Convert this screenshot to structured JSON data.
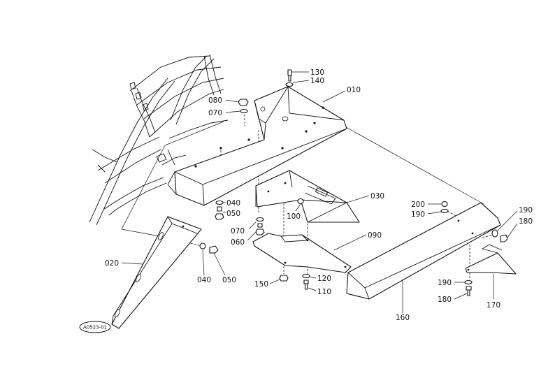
{
  "labels": {
    "p010": "010",
    "p020": "020",
    "p030": "030",
    "p040a": "040",
    "p040b": "040",
    "p050a": "050",
    "p050b": "050",
    "p060": "060",
    "p070a": "070",
    "p070b": "070",
    "p080": "080",
    "p090": "090",
    "p100": "100",
    "p110": "110",
    "p120": "120",
    "p130": "130",
    "p140": "140",
    "p150": "150",
    "p160": "160",
    "p170": "170",
    "p180a": "180",
    "p180b": "180",
    "p190a": "190",
    "p190b": "190",
    "p190c": "190",
    "p200": "200"
  },
  "drawing_code": "A0523-01"
}
